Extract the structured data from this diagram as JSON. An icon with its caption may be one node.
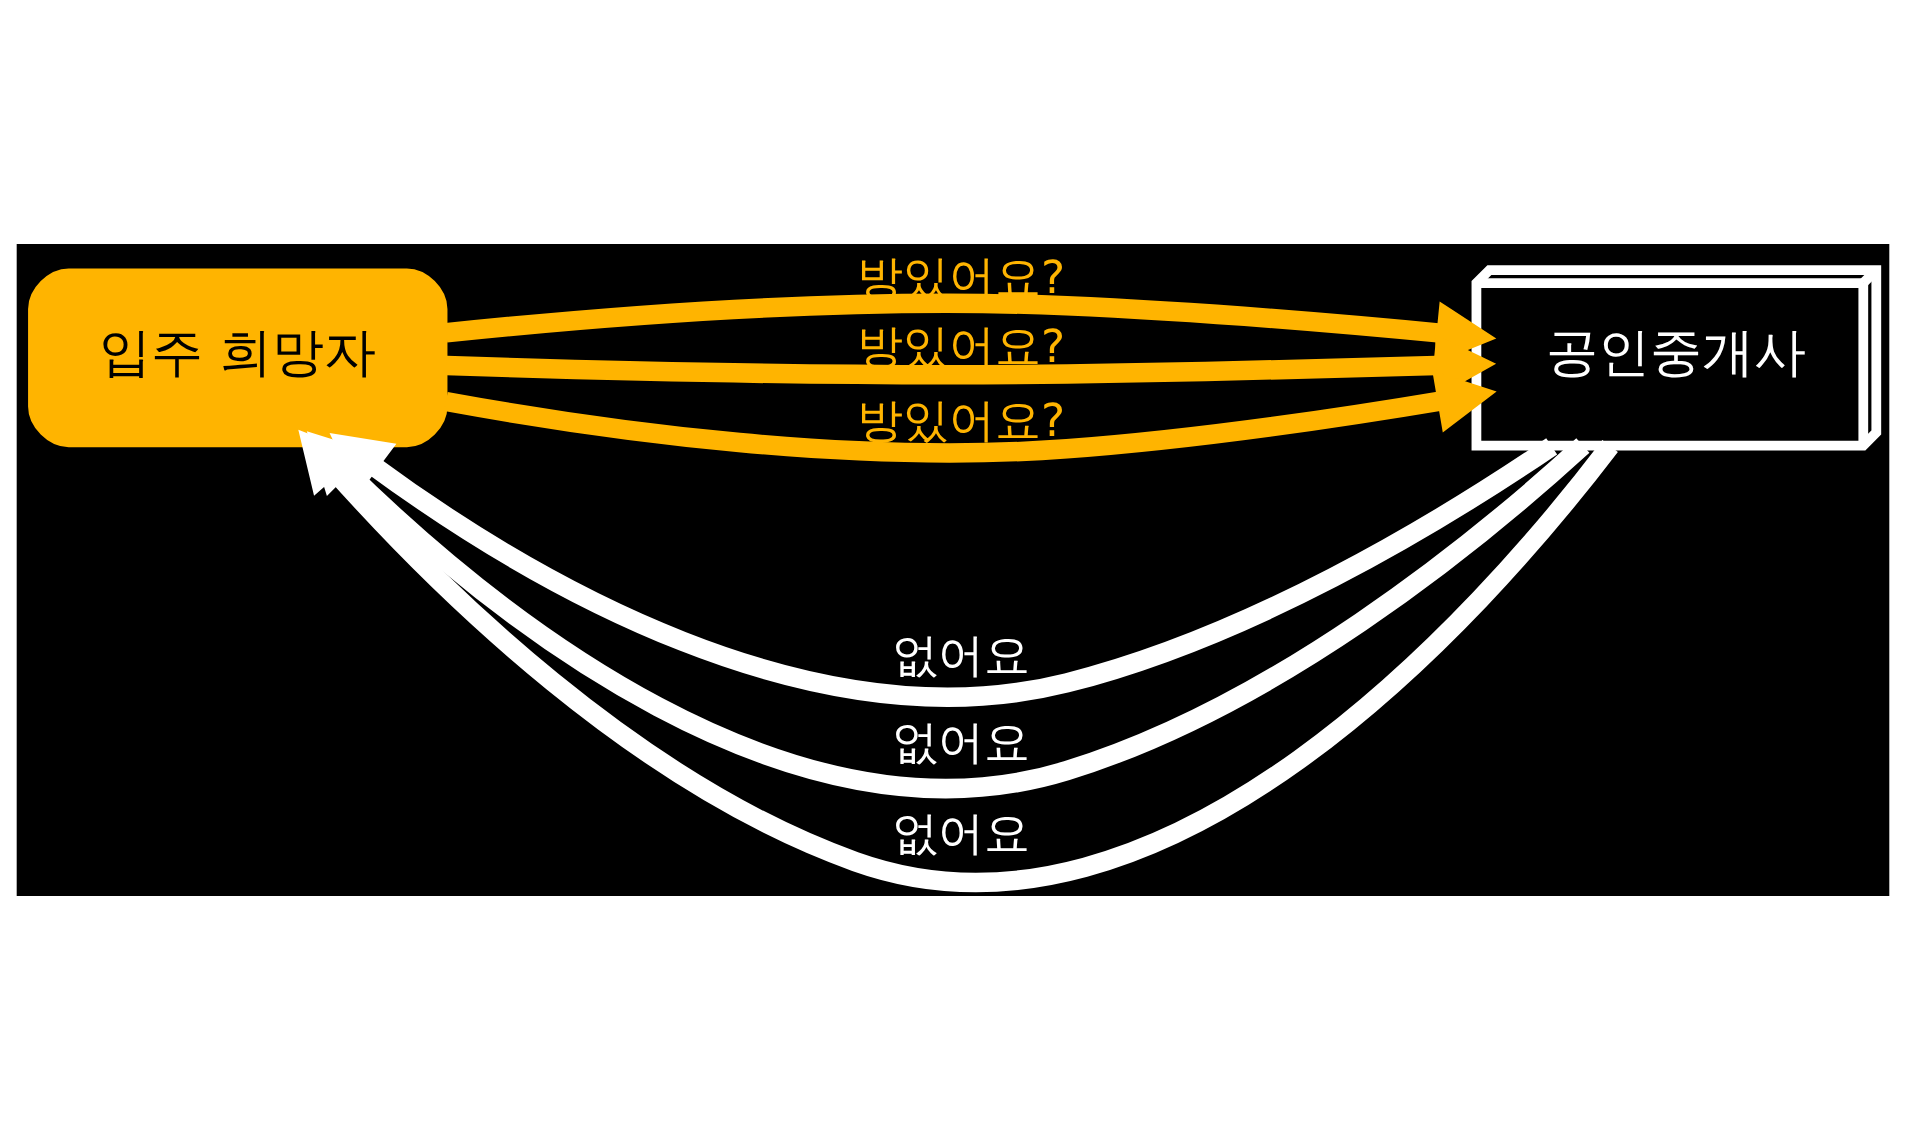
{
  "diagram": {
    "nodes": [
      {
        "text": [
          "입주 희망자"
        ]
      },
      {
        "text": [
          "공인중개사"
        ]
      }
    ],
    "edges": [
      {
        "from": 0,
        "to": 1,
        "arrow": "to",
        "label": "방있어요?",
        "color": "#ffb400"
      },
      {
        "from": 1,
        "to": 0,
        "arrow": "to",
        "label": "없어요",
        "color": "#ffffff"
      },
      {
        "from": 0,
        "to": 1,
        "arrow": "to",
        "label": "방있어요?",
        "color": "#ffb400"
      },
      {
        "from": 1,
        "to": 0,
        "arrow": "to",
        "label": "없어요",
        "color": "#ffffff"
      },
      {
        "from": 0,
        "to": 1,
        "arrow": "to",
        "label": "방있어요?",
        "color": "#ffb400"
      },
      {
        "from": 1,
        "to": 0,
        "arrow": "to",
        "label": "없어요",
        "color": "#ffffff"
      }
    ]
  }
}
